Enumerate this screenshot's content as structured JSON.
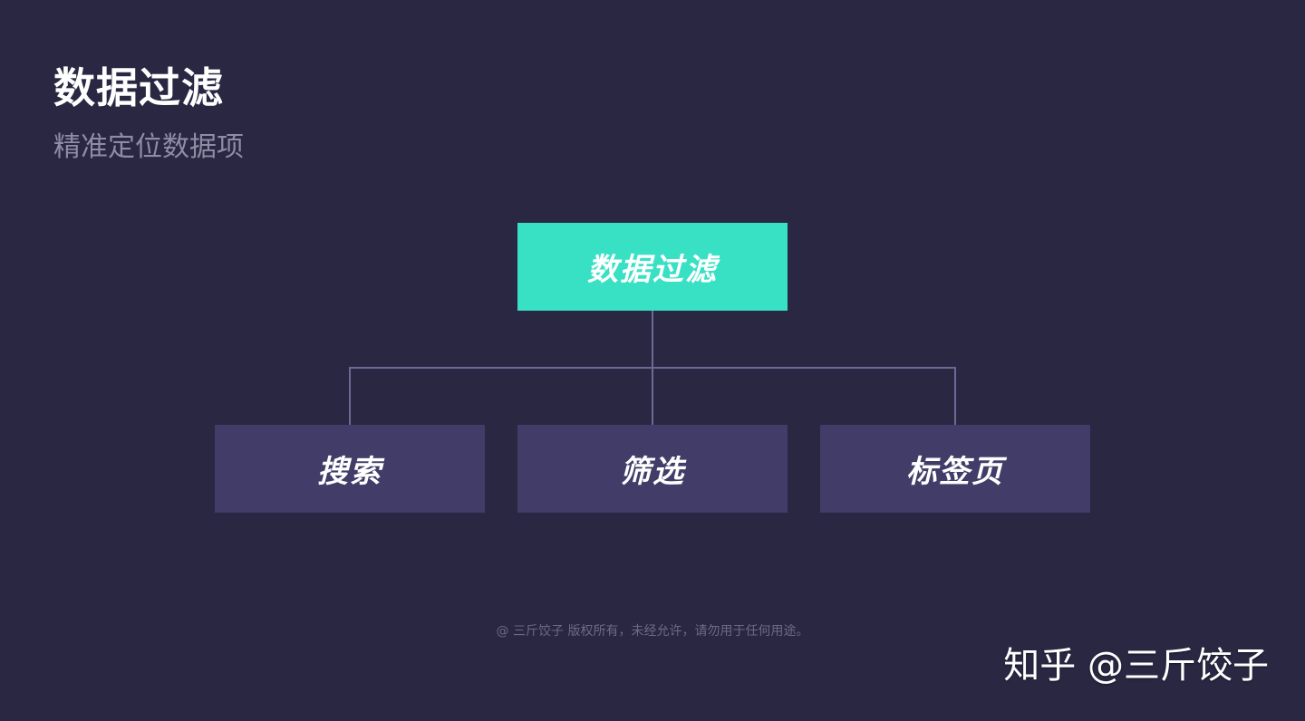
{
  "header": {
    "title": "数据过滤",
    "subtitle": "精准定位数据项"
  },
  "diagram": {
    "root": {
      "label": "数据过滤"
    },
    "children": [
      {
        "label": "搜索"
      },
      {
        "label": "筛选"
      },
      {
        "label": "标签页"
      }
    ]
  },
  "footer": {
    "copyright": "@ 三斤饺子  版权所有，未经允许，请勿用于任何用途。"
  },
  "watermark": {
    "text": "知乎 @三斤饺子"
  },
  "colors": {
    "background": "#292742",
    "root_node": "#38e0c4",
    "child_node": "#413c68",
    "connector": "#6e6994"
  }
}
